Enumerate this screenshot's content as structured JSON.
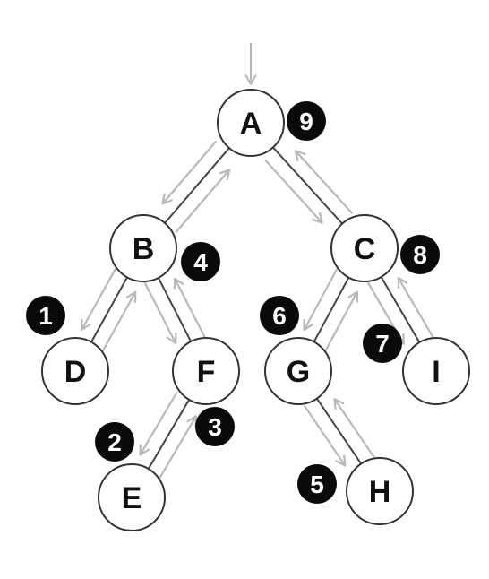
{
  "tree": {
    "nodes": [
      {
        "id": "A",
        "label": "A"
      },
      {
        "id": "B",
        "label": "B"
      },
      {
        "id": "C",
        "label": "C"
      },
      {
        "id": "D",
        "label": "D"
      },
      {
        "id": "F",
        "label": "F"
      },
      {
        "id": "G",
        "label": "G"
      },
      {
        "id": "I",
        "label": "I"
      },
      {
        "id": "E",
        "label": "E"
      },
      {
        "id": "H",
        "label": "H"
      }
    ],
    "edges": [
      [
        "A",
        "B"
      ],
      [
        "A",
        "C"
      ],
      [
        "B",
        "D"
      ],
      [
        "B",
        "F"
      ],
      [
        "F",
        "E"
      ],
      [
        "C",
        "G"
      ],
      [
        "C",
        "I"
      ],
      [
        "G",
        "H"
      ]
    ],
    "order_badges": [
      {
        "node": "D",
        "label": "1"
      },
      {
        "node": "E",
        "label": "2"
      },
      {
        "node": "F",
        "label": "3"
      },
      {
        "node": "B",
        "label": "4"
      },
      {
        "node": "H",
        "label": "5"
      },
      {
        "node": "G",
        "label": "6"
      },
      {
        "node": "I",
        "label": "7"
      },
      {
        "node": "C",
        "label": "8"
      },
      {
        "node": "A",
        "label": "9"
      }
    ]
  }
}
